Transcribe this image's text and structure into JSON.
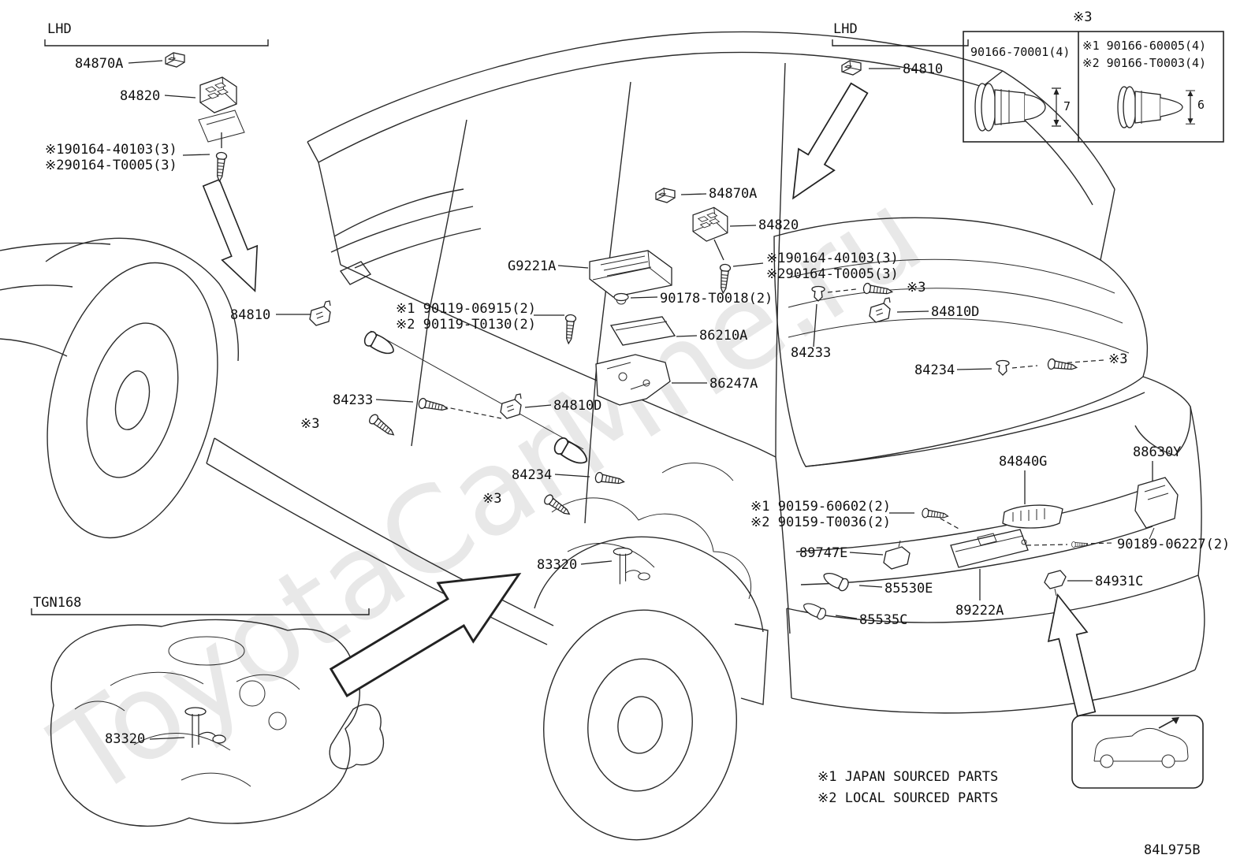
{
  "watermark": "ToyotaCarMne.ru",
  "diagram_code": "84L975B",
  "legend": {
    "japan_sourced": "※1 JAPAN SOURCED PARTS",
    "local_sourced": "※2 LOCAL SOURCED PARTS"
  },
  "inset": {
    "header": "※3",
    "left_part": "90166-70001(4)",
    "right_part_1": "※1 90166-60005(4)",
    "right_part_2": "※2 90166-T0003(4)",
    "left_dim": "7",
    "right_dim": "6"
  },
  "groups": {
    "lhd_left": "LHD",
    "lhd_top": "LHD",
    "tgn168": "TGN168"
  },
  "parts": {
    "p84870a_left": "84870A",
    "p84820_left": "84820",
    "note190164_left": "※190164-40103(3)",
    "note290164_left": "※290164-T0005(3)",
    "p84810_left": "84810",
    "p84233_left": "84233",
    "note3_left": "※3",
    "p83320_bottom": "83320",
    "p83320_center": "83320",
    "p84234_center": "84234",
    "note3_center": "※3",
    "g9221a": "G9221A",
    "note90119_1": "※1 90119-06915(2)",
    "note90119_2": "※2 90119-T0130(2)",
    "p90178": "90178-T0018(2)",
    "p86210a": "86210A",
    "p86247a": "86247A",
    "p84810d_center": "84810D",
    "p84810_top": "84810",
    "p84870a_mid": "84870A",
    "p84820_mid": "84820",
    "note190164_mid": "※190164-40103(3)",
    "note290164_mid": "※290164-T0005(3)",
    "note3_mid": "※3",
    "p84810d_right": "84810D",
    "p84233_mid": "84233",
    "p84234_right": "84234",
    "note3_right": "※3",
    "p88630y": "88630Y",
    "p84840g": "84840G",
    "note90159_1": "※1 90159-60602(2)",
    "note90159_2": "※2 90159-T0036(2)",
    "p90189": "90189-06227(2)",
    "p89747e": "89747E",
    "p85530e": "85530E",
    "p85535c": "85535C",
    "p89222a": "89222A",
    "p84931c": "84931C"
  },
  "icons": {
    "liftgate": "suv-liftgate-arrow",
    "screw": "mounting-screw",
    "clip": "trim-clip",
    "bulb": "wedge-bulb"
  }
}
